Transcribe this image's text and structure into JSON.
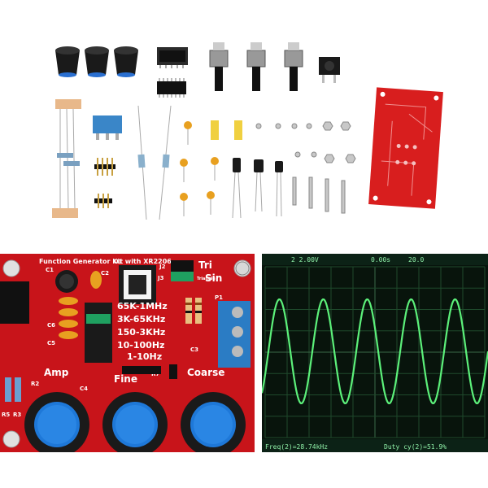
{
  "board": {
    "title": "Function Generator Kit with XR2206",
    "chip_label": "U1",
    "labels": {
      "c1": "C1",
      "c2": "C2",
      "c3": "C3",
      "c4": "C4",
      "c5": "C5",
      "c6": "C6",
      "j2": "J2",
      "j3": "J3",
      "p1": "P1",
      "r2": "R2",
      "r3": "R3",
      "r5": "R5",
      "r7": "R7",
      "waveform_1": "Tri",
      "waveform_2": "Sin",
      "waveform_small": "Triangle"
    },
    "ranges": [
      "65K-1MHz",
      "3K-65KHz",
      "150-3KHz",
      "10-100Hz",
      "1-10Hz"
    ],
    "knobs": {
      "amp": "Amp",
      "fine": "Fine",
      "coarse": "Coarse"
    },
    "colors": {
      "pcb": "#c8141a",
      "knob": "#1e78d8"
    }
  },
  "scope": {
    "ch_scale": "2 2.00V",
    "time_offset": "0.00s",
    "time_scale": "20.0",
    "freq": "Freq(2)=28.74kHz",
    "duty": "Duty cy(2)=51.9%",
    "trace_color": "#5cf07a"
  }
}
